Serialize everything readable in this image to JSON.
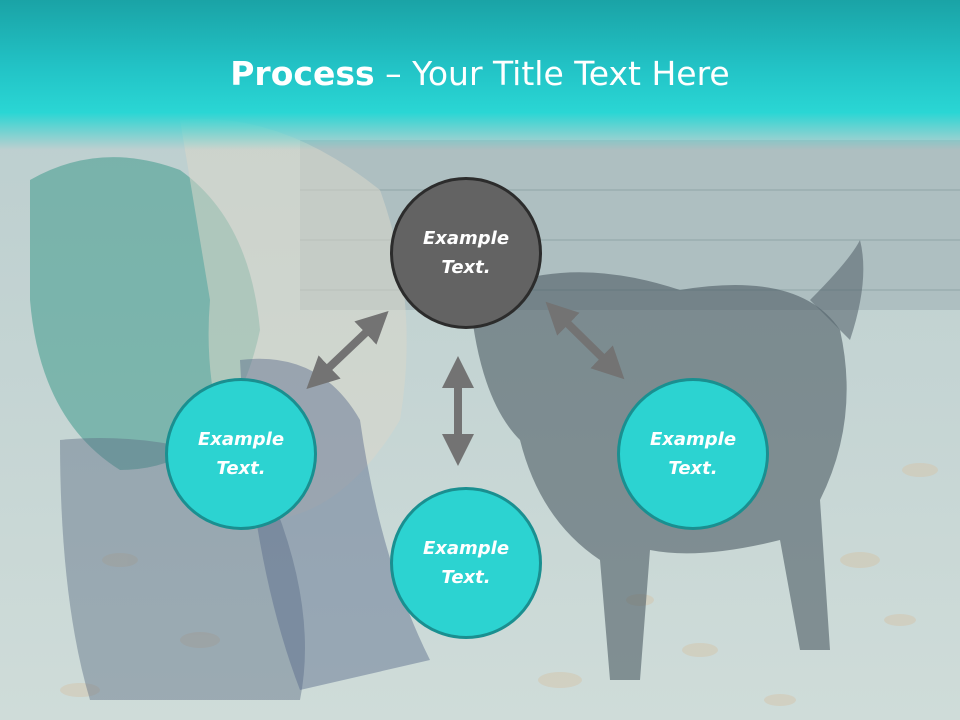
{
  "slide": {
    "title_strong": "Process",
    "title_rest": " – Your Title Text Here"
  },
  "nodes": {
    "top": {
      "line1": "Example",
      "line2": "Text.",
      "color": "#636363"
    },
    "left": {
      "line1": "Example",
      "line2": "Text.",
      "color": "#2cd3d1"
    },
    "bottom": {
      "line1": "Example",
      "line2": "Text.",
      "color": "#2cd3d1"
    },
    "right": {
      "line1": "Example",
      "line2": "Text.",
      "color": "#2cd3d1"
    }
  },
  "colors": {
    "accent": "#2cd3d1",
    "header": "#1aa3a6",
    "arrow": "#737373"
  },
  "background": {
    "description_icon": "photo-background"
  }
}
